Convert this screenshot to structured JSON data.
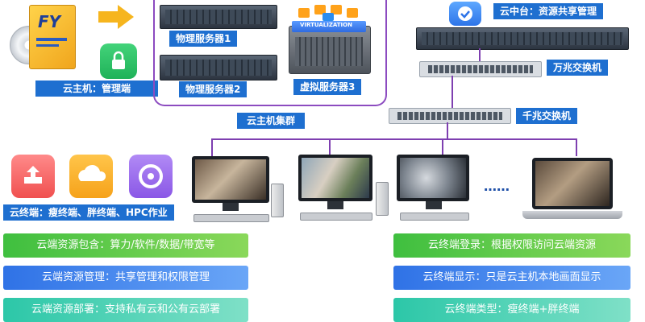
{
  "left_top": {
    "label": "云主机：管理端",
    "product_box_text": "FY"
  },
  "cluster": {
    "server1_label": "物理服务器1",
    "server2_label": "物理服务器2",
    "virtual_label": "虚拟服务器3",
    "virtual_box_text": "VIRTUALIZATION",
    "cluster_label": "云主机集群"
  },
  "right_top": {
    "cloud_center_label": "云中台：资源共享管理",
    "switch_10g_label": "万兆交换机",
    "switch_1g_label": "千兆交换机"
  },
  "terminals": {
    "label": "云终端：瘦终端、胖终端、HPC作业",
    "ellipsis": "……"
  },
  "left_pills": [
    "云端资源包含：算力/软件/数据/带宽等",
    "云端资源管理：共享管理和权限管理",
    "云端资源部署：支持私有云和公有云部署"
  ],
  "right_pills": [
    "云终端登录：根据权限访问云端资源",
    "云终端显示：只是云主机本地画面显示",
    "云终端类型：瘦终端+胖终端"
  ],
  "colors": {
    "label_blue": "#1e6fd0",
    "cluster_border": "#8c4bc0",
    "line": "#7e3fb0"
  }
}
